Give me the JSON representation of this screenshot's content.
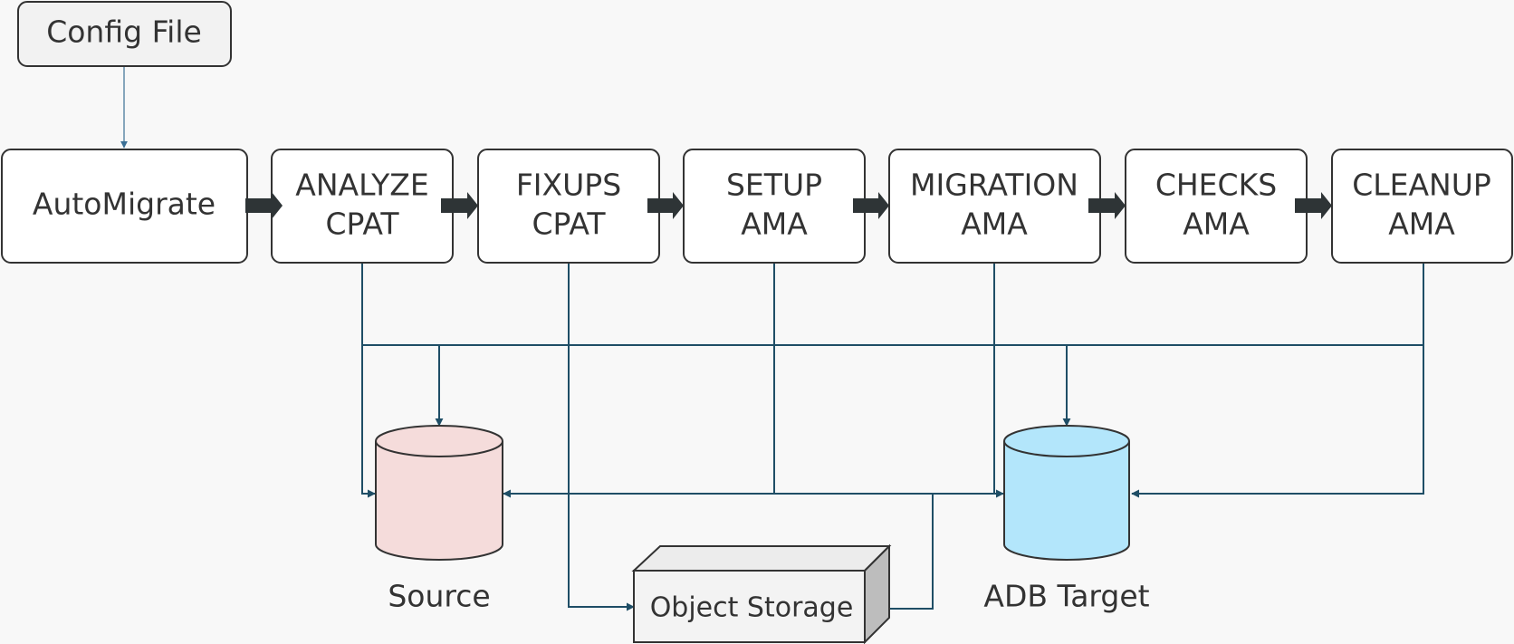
{
  "config": {
    "label": "Config File"
  },
  "automigrate": {
    "label": "AutoMigrate"
  },
  "steps": [
    {
      "line1": "ANALYZE",
      "line2": "CPAT"
    },
    {
      "line1": "FIXUPS",
      "line2": "CPAT"
    },
    {
      "line1": "SETUP",
      "line2": "AMA"
    },
    {
      "line1": "MIGRATION",
      "line2": "AMA"
    },
    {
      "line1": "CHECKS",
      "line2": "AMA"
    },
    {
      "line1": "CLEANUP",
      "line2": "AMA"
    }
  ],
  "databases": {
    "source": {
      "label": "Source",
      "color": "#f5dcdb"
    },
    "target": {
      "label": "ADB Target",
      "color": "#b3e6fb"
    }
  },
  "storage": {
    "label": "Object Storage"
  },
  "colors": {
    "connector": "#1f4e66",
    "box_border": "#333333",
    "flow_arrow": "#2e3436"
  }
}
